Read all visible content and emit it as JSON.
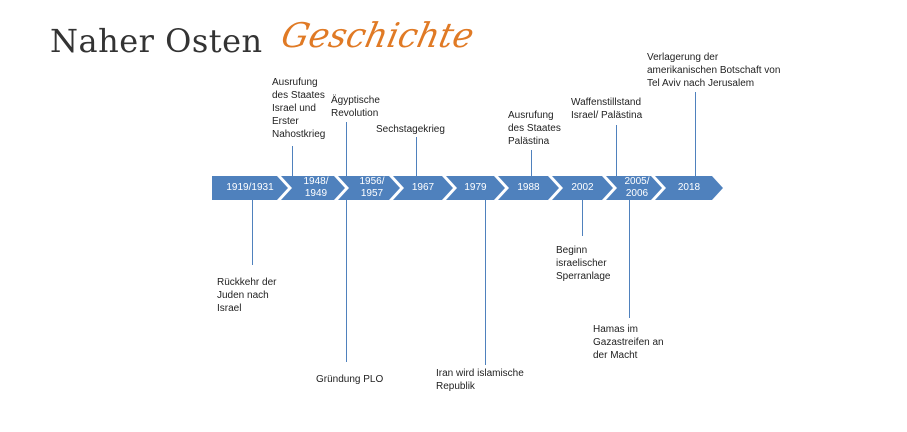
{
  "title": {
    "main": "Naher Osten",
    "script": "Geschichte"
  },
  "timeline": [
    "1919/1931",
    "1948/ 1949",
    "1956/ 1957",
    "1967",
    "1979",
    "1988",
    "2002",
    "2005/ 2006",
    "2018"
  ],
  "events": {
    "e1919": "Rückkehr der Juden nach Israel",
    "e1948": "Ausrufung des Staates Israel und Erster Nahostkrieg",
    "e1956a": "Ägyptische Revolution",
    "e1956b": "Gründung PLO",
    "e1967": "Sechstagekrieg",
    "e1979": "Iran wird islamische Republik",
    "e1988": "Ausrufung des Staates Palästina",
    "e2002": "Beginn israelischer Sperranlage",
    "e2005a": "Waffenstillstand Israel/ Palästina",
    "e2005b": "Hamas im Gazastreifen an der Macht",
    "e2018": "Verlagerung der amerikanischen Botschaft von Tel Aviv nach Jerusalem"
  },
  "colors": {
    "chevron": "#4f81bd",
    "accent": "#e07a25"
  }
}
